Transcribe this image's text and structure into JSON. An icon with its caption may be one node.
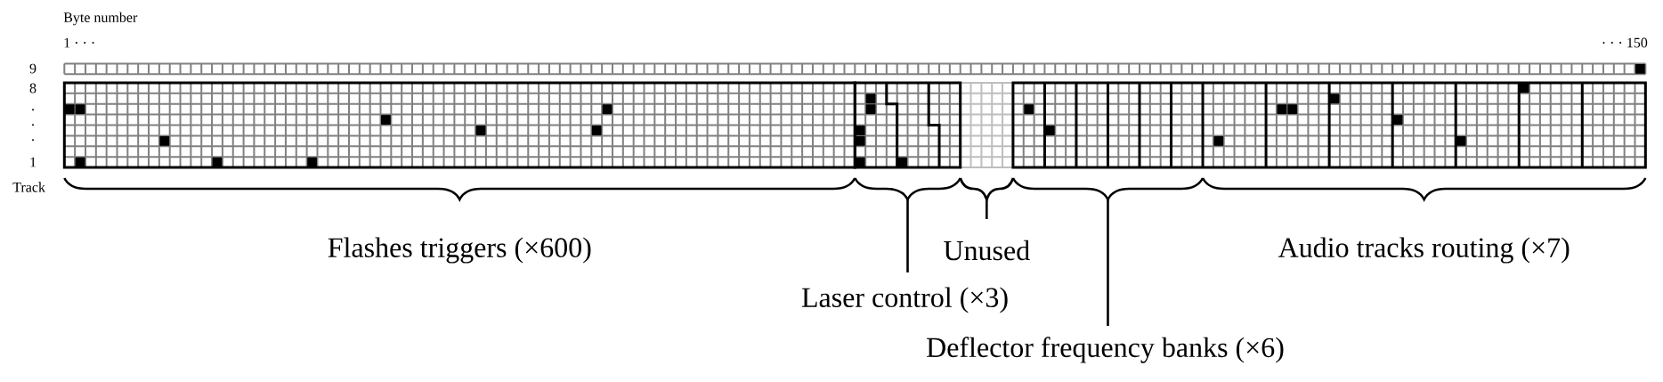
{
  "diagram": {
    "labels": [
      "Byte number",
      "1 · · ·",
      "· · · 150",
      "9",
      "8",
      ".",
      ".",
      ".",
      "1",
      "Track",
      "Flashes triggers (×600)",
      "Unused",
      "Audio tracks routing (×7)",
      "Laser control (×3)",
      "Deflector frequency banks (×6)"
    ]
  }
}
